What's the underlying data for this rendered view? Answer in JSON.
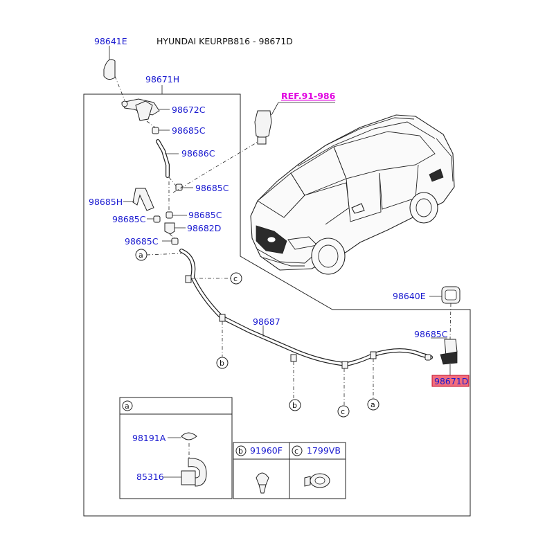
{
  "header": {
    "title": "HYUNDAI KEURPB816 - 98671D"
  },
  "reference": {
    "label": "REF.91-986"
  },
  "parts": {
    "p98641E": "98641E",
    "p98671H": "98671H",
    "p98672C": "98672C",
    "p98685C_1": "98685C",
    "p98686C": "98686C",
    "p98685C_2": "98685C",
    "p98685H": "98685H",
    "p98685C_3": "98685C",
    "p98685C_4": "98685C",
    "p98682D": "98682D",
    "p98685C_5": "98685C",
    "p98687": "98687",
    "p98640E": "98640E",
    "p98685C_6": "98685C",
    "p98671D": "98671D"
  },
  "highlight": {
    "part": "98671D",
    "color": "#f26d7d"
  },
  "callouts": {
    "a": "a",
    "b": "b",
    "c": "c"
  },
  "legend": {
    "box_a": {
      "key": "a",
      "parts": [
        "98191A",
        "85316"
      ]
    },
    "box_b": {
      "key": "b",
      "part": "91960F"
    },
    "box_c": {
      "key": "c",
      "part": "1799VB"
    }
  }
}
